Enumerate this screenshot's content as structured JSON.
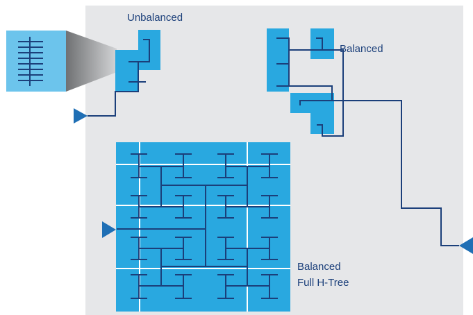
{
  "labels": {
    "unbalanced": "Unbalanced",
    "balanced": "Balanced",
    "full_htree_line1": "Balanced",
    "full_htree_line2": "Full H-Tree"
  },
  "colors": {
    "panel": "#e6e7e9",
    "block": "#29a8e0",
    "block_light": "#6cc4ec",
    "wire": "#1b3f7a",
    "pointer": "#1f6fb5"
  },
  "icons": {
    "clock_input": "triangle-right-icon",
    "clock_output": "triangle-left-icon",
    "magnifier": "zoom-callout-icon"
  }
}
